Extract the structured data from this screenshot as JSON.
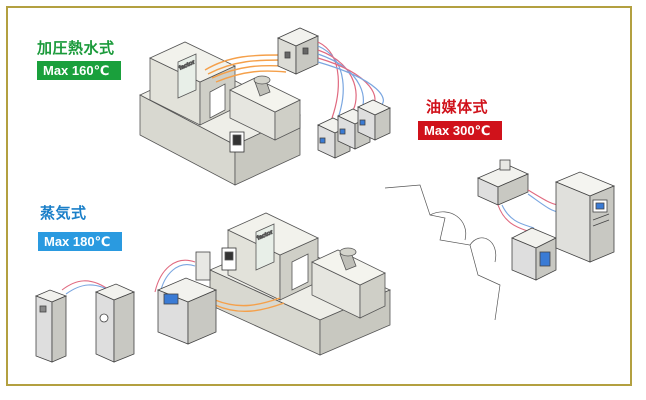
{
  "sections": [
    {
      "label": "加圧熱水式",
      "badge": "Max 160℃",
      "label_color": "#1a9a3a",
      "badge_color": "#1aa03c"
    },
    {
      "label": "油媒体式",
      "badge": "Max 300℃",
      "label_color": "#d0121b",
      "badge_color": "#d0121b"
    },
    {
      "label": "蒸気式",
      "badge": "Max 180℃",
      "label_color": "#1a7fc8",
      "badge_color": "#2a9ae0"
    }
  ],
  "machine_brand": "factor",
  "colors": {
    "frame": "#b3a040",
    "hot_line": "#f5a04a",
    "pipe_red": "#e06a80",
    "pipe_blue": "#7aa6e0"
  }
}
